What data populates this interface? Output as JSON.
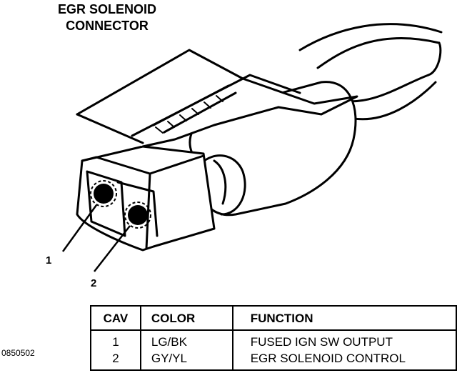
{
  "title": {
    "line1": "EGR SOLENOID",
    "line2": "CONNECTOR"
  },
  "callouts": {
    "pin1": "1",
    "pin2": "2"
  },
  "figure_id": "0850502",
  "table": {
    "headers": [
      "CAV",
      "COLOR",
      "FUNCTION"
    ],
    "rows": [
      {
        "cav": "1",
        "color": "LG/BK",
        "function": "FUSED IGN SW OUTPUT"
      },
      {
        "cav": "2",
        "color": "GY/YL",
        "function": "EGR SOLENOID CONTROL"
      }
    ]
  }
}
